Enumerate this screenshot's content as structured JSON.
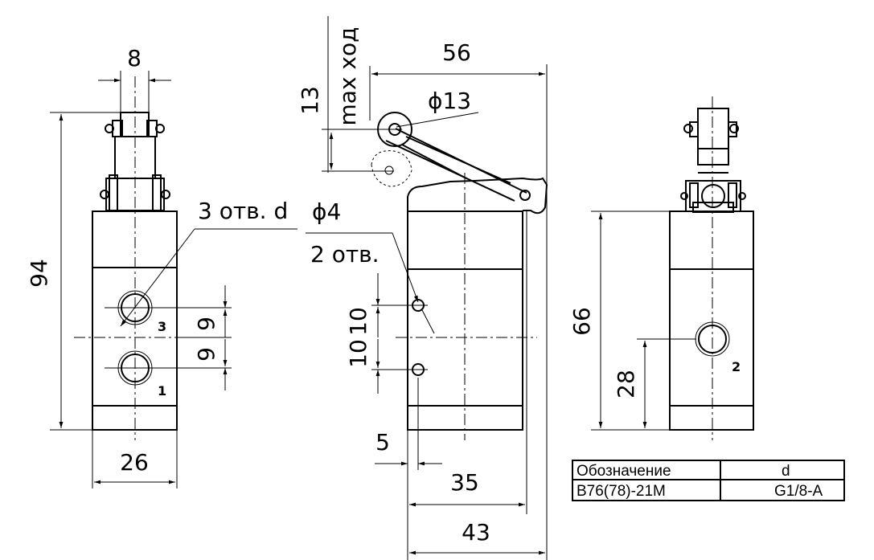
{
  "dimensions": {
    "roller_width": "8",
    "total_height": "94",
    "holes_note": "3 отв. d",
    "phi4": "ϕ4",
    "holes2_note": "2 отв.",
    "spacing_upper": "9",
    "spacing_lower": "9",
    "body_width": "26",
    "lever_length": "56",
    "max_stroke": "max ход",
    "stroke_value": "13",
    "roller_dia": "ϕ13",
    "side_spacing_1": "10",
    "side_spacing_2": "10",
    "offset_5": "5",
    "side_35": "35",
    "side_43": "43",
    "right_height": "66",
    "right_port_height": "28"
  },
  "ports": {
    "p3": "3",
    "p1": "1",
    "p2": "2"
  },
  "table": {
    "header_designation": "Обозначение",
    "header_d": "d",
    "row_designation": "B76(78)-21M",
    "row_d": "G1/8-A"
  }
}
